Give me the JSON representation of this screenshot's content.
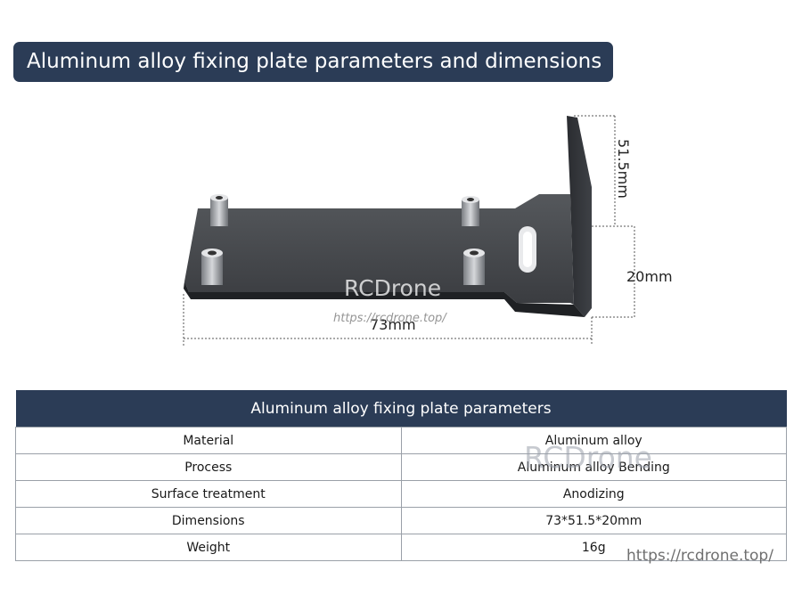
{
  "banner": {
    "title": "Aluminum alloy fixing plate parameters and dimensions"
  },
  "dimensions": {
    "height": "51.5mm",
    "depth": "20mm",
    "length": "73mm"
  },
  "watermark": {
    "brand": "RCDrone",
    "url": "https://rcdrone.top/"
  },
  "table": {
    "title": "Aluminum alloy fixing plate parameters",
    "rows": [
      {
        "label": "Material",
        "value": "Aluminum alloy"
      },
      {
        "label": "Process",
        "value": "Aluminum alloy Bending"
      },
      {
        "label": "Surface treatment",
        "value": "Anodizing"
      },
      {
        "label": "Dimensions",
        "value": "73*51.5*20mm"
      },
      {
        "label": "Weight",
        "value": "16g"
      }
    ]
  }
}
